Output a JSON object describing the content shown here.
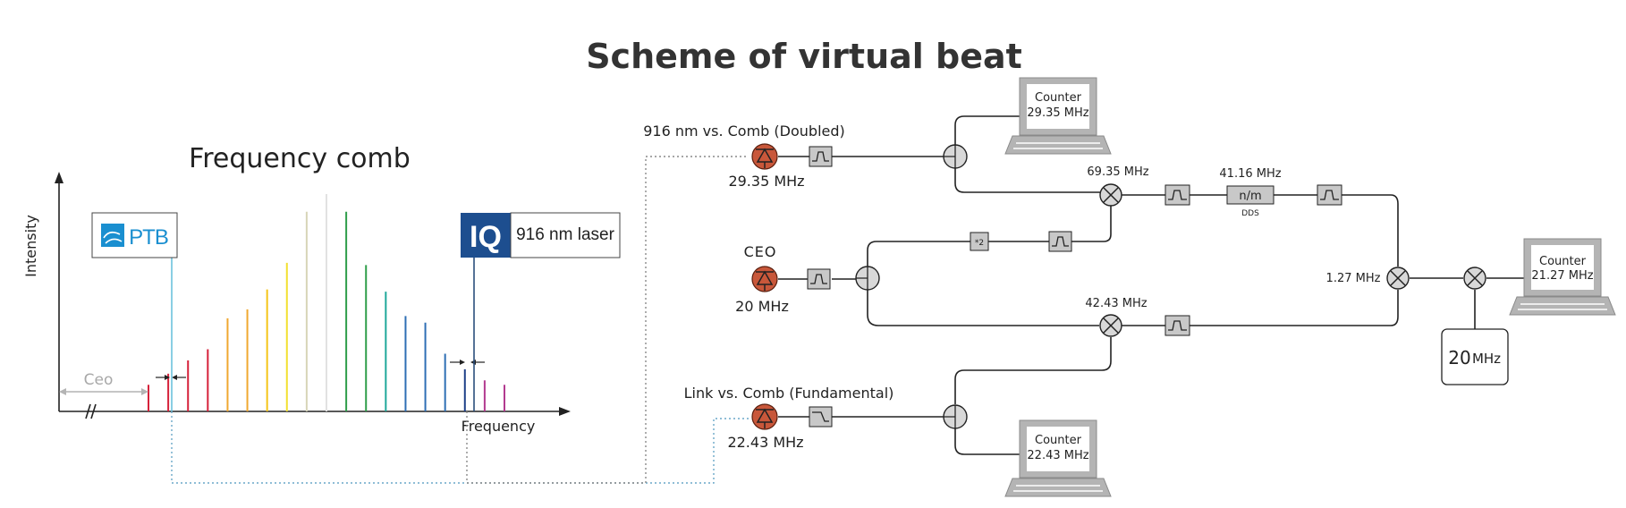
{
  "title": "Scheme of virtual beat",
  "comb": {
    "title": "Frequency comb",
    "y_axis_label": "Intensity",
    "x_axis_label": "Frequency",
    "ceo_label": "Ceo",
    "ptb_logo_text": "PTB",
    "laser_badge": "IQ",
    "laser_label": "916 nm laser",
    "lines": [
      {
        "h": 0.12,
        "color": "#d6213a"
      },
      {
        "h": 0.17,
        "color": "#d6213a"
      },
      {
        "h": 0.23,
        "color": "#d6213a"
      },
      {
        "h": 0.28,
        "color": "#d6213a"
      },
      {
        "h": 0.42,
        "color": "#f0a830"
      },
      {
        "h": 0.46,
        "color": "#f0a830"
      },
      {
        "h": 0.55,
        "color": "#f5c518"
      },
      {
        "h": 0.67,
        "color": "#f2e030"
      },
      {
        "h": 0.9,
        "color": "#d8d6b8"
      },
      {
        "h": 0.98,
        "color": "#e2e2e2"
      },
      {
        "h": 0.9,
        "color": "#2f9e4a"
      },
      {
        "h": 0.66,
        "color": "#2f9e4a"
      },
      {
        "h": 0.54,
        "color": "#1fa89a"
      },
      {
        "h": 0.43,
        "color": "#2e6fb4"
      },
      {
        "h": 0.4,
        "color": "#2e6fb4"
      },
      {
        "h": 0.26,
        "color": "#2e6fb4"
      },
      {
        "h": 0.19,
        "color": "#1d3f88"
      },
      {
        "h": 0.14,
        "color": "#b23a8f"
      },
      {
        "h": 0.12,
        "color": "#b23a8f"
      }
    ]
  },
  "detectors": {
    "doubled": {
      "title": "916 nm vs. Comb (Doubled)",
      "freq": "29.35 MHz"
    },
    "ceo": {
      "title": "CEO",
      "freq": "20 MHz"
    },
    "link": {
      "title": "Link vs. Comb (Fundamental)",
      "freq": "22.43 MHz"
    }
  },
  "counters": {
    "top": {
      "label": "Counter",
      "freq": "29.35 MHz"
    },
    "bottom": {
      "label": "Counter",
      "freq": "22.43 MHz"
    },
    "right": {
      "label": "Counter",
      "freq": "21.27 MHz"
    }
  },
  "mixers": {
    "m1": "69.35 MHz",
    "m2": "42.43 MHz",
    "m3": "1.27 MHz"
  },
  "dds": {
    "freq": "41.16 MHz",
    "ratio": "n/m",
    "label": "DDS"
  },
  "doubler": "*2",
  "reference": {
    "value": "20",
    "unit": "MHz"
  },
  "colors": {
    "detector": "#c8573a",
    "component": "#c8c8c8",
    "ptb_blue": "#1a8fd0",
    "iq_blue": "#1d4e8f"
  }
}
